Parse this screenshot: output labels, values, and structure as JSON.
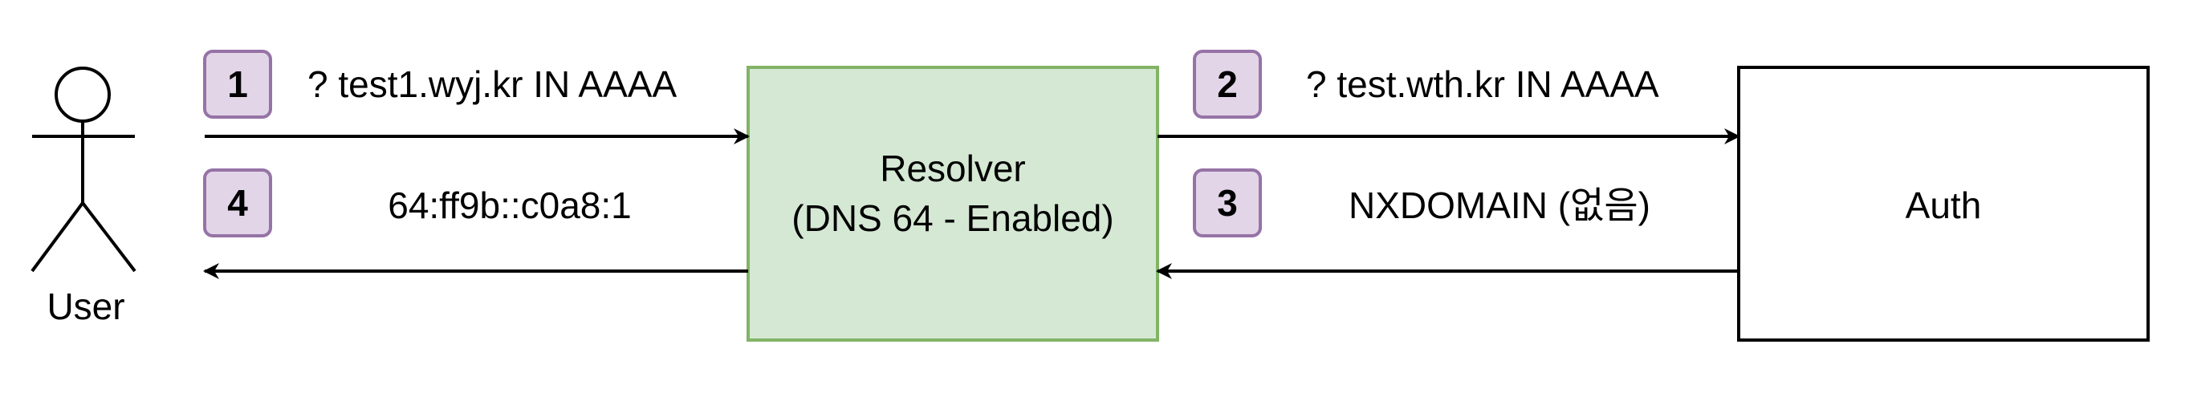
{
  "actor": {
    "label": "User"
  },
  "nodes": {
    "resolver": {
      "line1": "Resolver",
      "line2": "(DNS 64 - Enabled)"
    },
    "auth": {
      "label": "Auth"
    }
  },
  "steps": [
    {
      "num": "1",
      "text": "? test1.wyj.kr IN AAAA"
    },
    {
      "num": "2",
      "text": "? test.wth.kr IN AAAA"
    },
    {
      "num": "3",
      "text": "NXDOMAIN (없음)"
    },
    {
      "num": "4",
      "text": "64:ff9b::c0a8:1"
    }
  ],
  "colors": {
    "resolver_fill": "#d5e8d4",
    "resolver_stroke": "#82b366",
    "badge_fill": "#e1d5e7",
    "badge_stroke": "#9673a6"
  }
}
